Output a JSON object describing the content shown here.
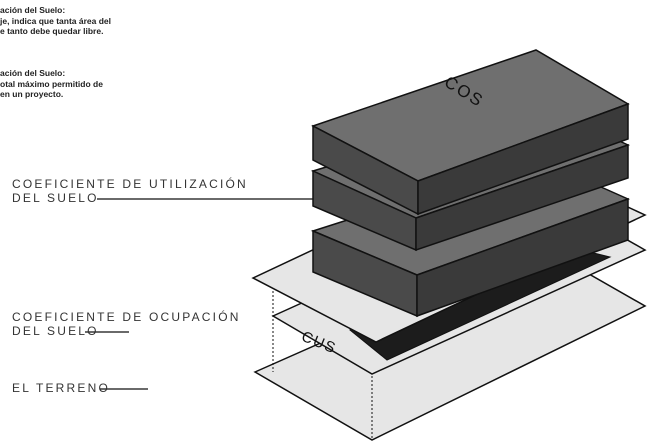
{
  "notes": [
    {
      "lines": [
        "ación del Suelo:",
        "je, indica que tanta área del",
        "e tanto debe quedar libre."
      ]
    },
    {
      "lines": [
        "ación del Suelo:",
        "otal máximo permitido de",
        "en un proyecto."
      ]
    }
  ],
  "labels": {
    "utilizacion_line1": "COEFICIENTE DE UTILIZACIÓN",
    "utilizacion_line2": "DEL SUELO",
    "ocupacion_line1": "COEFICIENTE DE OCUPACIÓN",
    "ocupacion_line2": "DEL SUELO",
    "terreno": "EL TERRENO"
  },
  "block_labels": {
    "top": "COS",
    "plane": "CUS"
  },
  "colors": {
    "block_top": "#6f6f6f",
    "block_left": "#4a4a4a",
    "block_right": "#3a3a3a",
    "plane": "#e6e6e6",
    "footprint": "#1c1c1c",
    "stroke": "#111111"
  }
}
